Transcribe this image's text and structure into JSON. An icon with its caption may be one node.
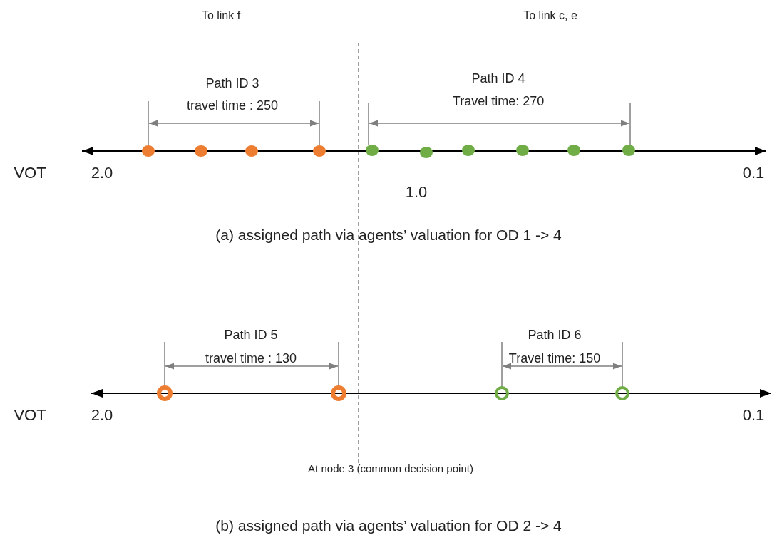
{
  "diagram": {
    "labels": [
      "To link f",
      "To link c, e",
      "Path ID 3",
      "travel time : 250",
      "Path ID 4",
      "Travel time: 270",
      "VOT",
      "2.0",
      "0.1",
      "1.0",
      "(a) assigned path via agents’ valuation for OD 1 -> 4",
      "Path ID 5",
      "travel time : 130",
      "Path ID 6",
      "Travel time: 150",
      "VOT",
      "2.0",
      "0.1",
      "At node 3 (common decision point)",
      "(b) assigned path via agents’ valuation for OD 2 -> 4"
    ]
  }
}
